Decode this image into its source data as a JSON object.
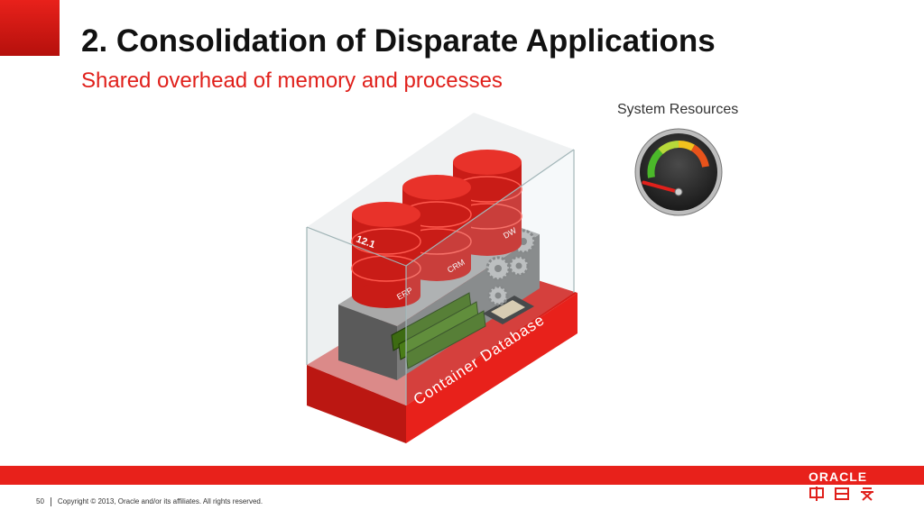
{
  "slide": {
    "title": "2. Consolidation of Disparate Applications",
    "subtitle": "Shared overhead of memory and processes"
  },
  "gauge": {
    "label": "System Resources",
    "level": 0.25
  },
  "diagram": {
    "databases": [
      "12.1",
      "ERP",
      "CRM",
      "DW"
    ],
    "container_label": "Container Database"
  },
  "footer": {
    "page_number": "50",
    "copyright": "Copyright © 2013, Oracle and/or its affiliates. All rights reserved.",
    "logo_text": "ORACLE"
  },
  "colors": {
    "accent": "#e8211b",
    "database_red": "#e0201b",
    "memory_green": "#3d6b12"
  }
}
